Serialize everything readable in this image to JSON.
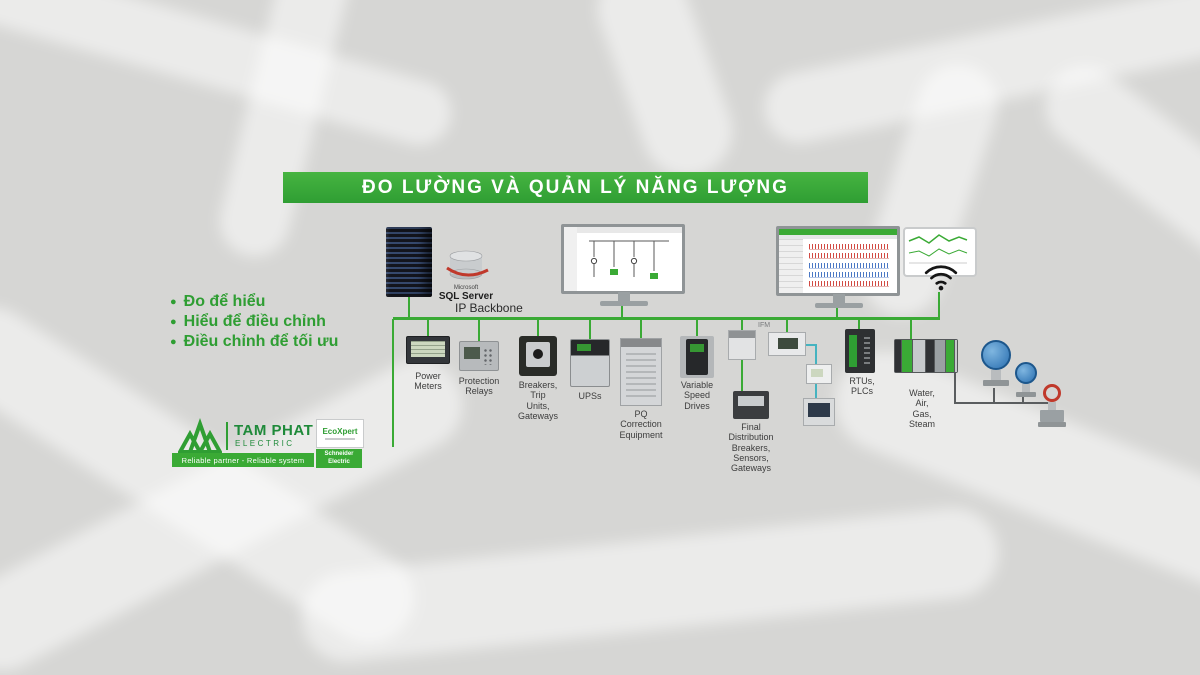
{
  "banner": {
    "title": "ĐO LƯỜNG VÀ QUẢN LÝ NĂNG LƯỢNG"
  },
  "backbone": {
    "label": "IP Backbone"
  },
  "bullets": [
    "Đo để hiểu",
    "Hiểu để điều chỉnh",
    "Điều chỉnh để tối ưu"
  ],
  "sql_server": {
    "brand": "Microsoft",
    "label": "SQL Server"
  },
  "devices": [
    {
      "label": "Power\nMeters"
    },
    {
      "label": "Protection\nRelays"
    },
    {
      "label": "Breakers,\nTrip\nUnits,\nGateways"
    },
    {
      "label": "UPSs"
    },
    {
      "label": "PQ\nCorrection\nEquipment"
    },
    {
      "label": "Variable\nSpeed\nDrives"
    },
    {
      "label": "Final\nDistribution\nBreakers,\nSensors,\nGateways",
      "tag": "IFM"
    },
    {
      "label": "RTUs,\nPLCs"
    },
    {
      "label": "Water,\nAir,\nGas,\nSteam"
    }
  ],
  "branding": {
    "company": "TAM PHAT",
    "division": "ELECTRIC",
    "tagline": "Reliable partner - Reliable system",
    "ecoxpert": "EcoXpert",
    "schneider_line1": "Schneider",
    "schneider_line2": "Electric"
  },
  "colors": {
    "accent_green": "#3aaa35",
    "background": "#d6d6d4"
  }
}
